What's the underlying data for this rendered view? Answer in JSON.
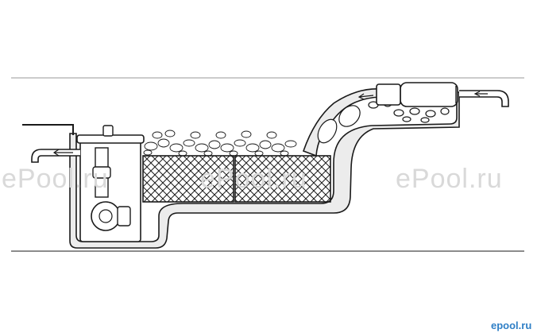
{
  "watermarks": {
    "left": "ePool.ru",
    "center": "ePool.ru",
    "right": "ePool.ru",
    "corner": "epool.ru"
  },
  "colors": {
    "line": "#1a1a1a",
    "basin_fill": "#ececec",
    "watermark": "#d9d9d9",
    "corner_watermark": "#2f7fc6"
  }
}
